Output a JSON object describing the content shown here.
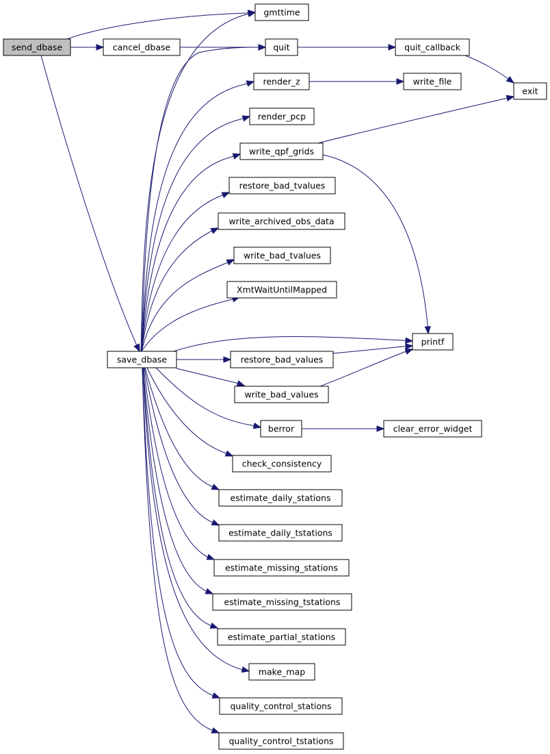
{
  "graph": {
    "root": "send_dbase",
    "colors": {
      "edge": "#191970",
      "root_fill": "#bfbfbf",
      "node_fill": "#ffffff",
      "node_border": "#000000"
    },
    "nodes": {
      "send_dbase": "send_dbase",
      "cancel_dbase": "cancel_dbase",
      "gmttime": "gmttime",
      "quit": "quit",
      "quit_callback": "quit_callback",
      "exit": "exit",
      "render_z": "render_z",
      "write_file": "write_file",
      "render_pcp": "render_pcp",
      "write_qpf_grids": "write_qpf_grids",
      "restore_bad_tvalues": "restore_bad_tvalues",
      "write_archived_obs_data": "write_archived_obs_data",
      "write_bad_tvalues": "write_bad_tvalues",
      "XmtWaitUntilMapped": "XmtWaitUntilMapped",
      "save_dbase": "save_dbase",
      "printf": "printf",
      "restore_bad_values": "restore_bad_values",
      "write_bad_values": "write_bad_values",
      "berror": "berror",
      "clear_error_widget": "clear_error_widget",
      "check_consistency": "check_consistency",
      "estimate_daily_stations": "estimate_daily_stations",
      "estimate_daily_tstations": "estimate_daily_tstations",
      "estimate_missing_stations": "estimate_missing_stations",
      "estimate_missing_tstations": "estimate_missing_tstations",
      "estimate_partial_stations": "estimate_partial_stations",
      "make_map": "make_map",
      "quality_control_stations": "quality_control_stations",
      "quality_control_tstations": "quality_control_tstations"
    },
    "edges": [
      [
        "send_dbase",
        "cancel_dbase"
      ],
      [
        "send_dbase",
        "gmttime"
      ],
      [
        "send_dbase",
        "save_dbase"
      ],
      [
        "cancel_dbase",
        "quit"
      ],
      [
        "quit",
        "quit_callback"
      ],
      [
        "quit_callback",
        "exit"
      ],
      [
        "render_z",
        "write_file"
      ],
      [
        "write_qpf_grids",
        "exit"
      ],
      [
        "write_qpf_grids",
        "printf"
      ],
      [
        "save_dbase",
        "gmttime"
      ],
      [
        "save_dbase",
        "quit"
      ],
      [
        "save_dbase",
        "render_z"
      ],
      [
        "save_dbase",
        "render_pcp"
      ],
      [
        "save_dbase",
        "write_qpf_grids"
      ],
      [
        "save_dbase",
        "restore_bad_tvalues"
      ],
      [
        "save_dbase",
        "write_archived_obs_data"
      ],
      [
        "save_dbase",
        "write_bad_tvalues"
      ],
      [
        "save_dbase",
        "XmtWaitUntilMapped"
      ],
      [
        "save_dbase",
        "printf"
      ],
      [
        "save_dbase",
        "restore_bad_values"
      ],
      [
        "save_dbase",
        "write_bad_values"
      ],
      [
        "save_dbase",
        "berror"
      ],
      [
        "save_dbase",
        "check_consistency"
      ],
      [
        "save_dbase",
        "estimate_daily_stations"
      ],
      [
        "save_dbase",
        "estimate_daily_tstations"
      ],
      [
        "save_dbase",
        "estimate_missing_stations"
      ],
      [
        "save_dbase",
        "estimate_missing_tstations"
      ],
      [
        "save_dbase",
        "estimate_partial_stations"
      ],
      [
        "save_dbase",
        "make_map"
      ],
      [
        "save_dbase",
        "quality_control_stations"
      ],
      [
        "save_dbase",
        "quality_control_tstations"
      ],
      [
        "restore_bad_values",
        "printf"
      ],
      [
        "write_bad_values",
        "printf"
      ],
      [
        "berror",
        "clear_error_widget"
      ]
    ]
  }
}
